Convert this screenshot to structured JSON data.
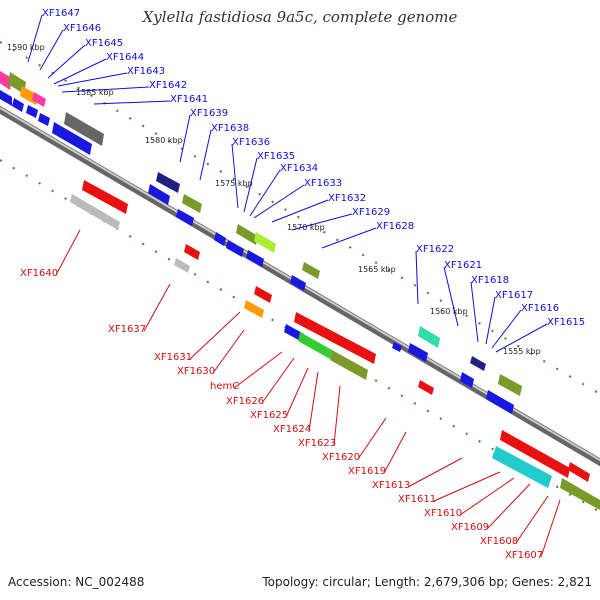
{
  "title": "Xylella fastidiosa 9a5c, complete genome",
  "scale": [
    "1590 kbp",
    "1585 kbp",
    "1580 kbp",
    "1575 kbp",
    "1570 kbp",
    "1565 kbp",
    "1560 kbp",
    "1555 kbp"
  ],
  "forward_labels": [
    "XF1647",
    "XF1646",
    "XF1645",
    "XF1644",
    "XF1643",
    "XF1642",
    "XF1641",
    "XF1639",
    "XF1638",
    "XF1636",
    "XF1635",
    "XF1634",
    "XF1633",
    "XF1632",
    "XF1629",
    "XF1628",
    "XF1622",
    "XF1621",
    "XF1618",
    "XF1617",
    "XF1616",
    "XF1615"
  ],
  "reverse_labels": [
    "XF1640",
    "XF1637",
    "XF1631",
    "XF1630",
    "hemC",
    "XF1626",
    "XF1625",
    "XF1624",
    "XF1623",
    "XF1620",
    "XF1619",
    "XF1613",
    "XF1611",
    "XF1610",
    "XF1609",
    "XF1608",
    "XF1607"
  ],
  "colors": {
    "forward_label": "#1010d0",
    "reverse_label": "#d01010"
  },
  "footer": {
    "accession": "Accession: NC_002488",
    "summary": "Topology: circular; Length: 2,679,306 bp; Genes: 2,821"
  }
}
